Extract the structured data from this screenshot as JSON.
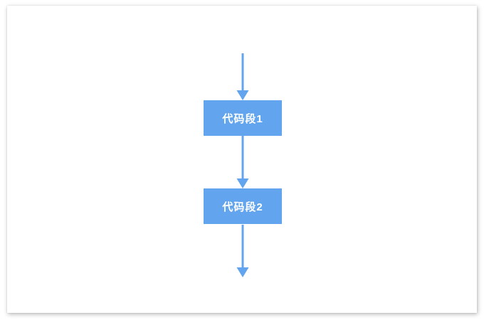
{
  "diagram": {
    "type": "flowchart",
    "accent_color": "#62a5ee",
    "node_text_color": "#ffffff",
    "nodes": [
      {
        "id": "node1",
        "label": "代码段1",
        "shape": "rectangle"
      },
      {
        "id": "node2",
        "label": "代码段2",
        "shape": "rectangle"
      }
    ],
    "edges": [
      {
        "from": "start",
        "to": "node1",
        "direction": "down"
      },
      {
        "from": "node1",
        "to": "node2",
        "direction": "down"
      },
      {
        "from": "node2",
        "to": "end",
        "direction": "down"
      }
    ]
  }
}
